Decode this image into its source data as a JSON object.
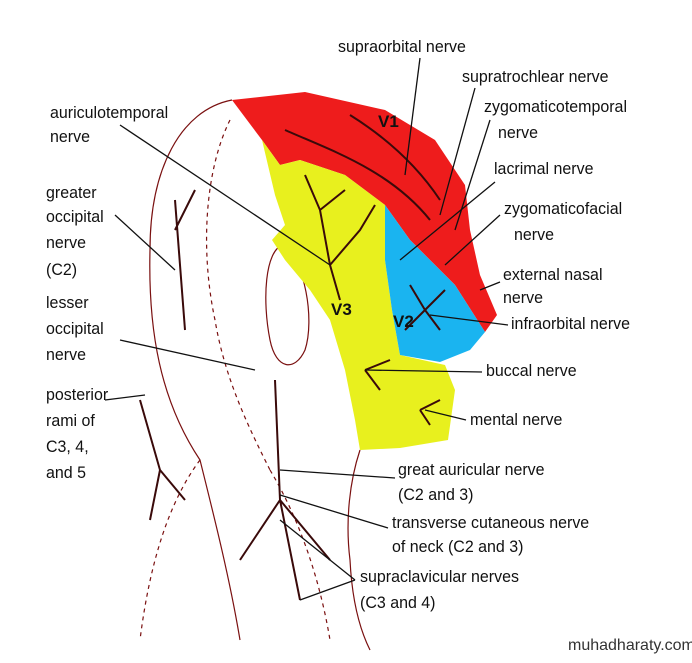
{
  "title": "Cutaneous innervation of the head and neck",
  "zones": {
    "v1": "V1",
    "v2": "V2",
    "v3": "V3"
  },
  "colors": {
    "v1": "#ee1c1c",
    "v2": "#1ab4f0",
    "v3": "#e8f01e",
    "nerve": "#3a0a0a"
  },
  "labels": {
    "supraorbital": "supraorbital nerve",
    "supratrochlear": "supratrochlear nerve",
    "zygomaticotemporal": [
      "zygomaticotemporal",
      "nerve"
    ],
    "lacrimal": "lacrimal nerve",
    "zygomaticofacial": [
      "zygomaticofacial",
      "nerve"
    ],
    "external_nasal": [
      "external nasal",
      "nerve"
    ],
    "infraorbital": "infraorbital nerve",
    "buccal": "buccal nerve",
    "mental": "mental nerve",
    "great_auricular": [
      "great auricular nerve",
      "(C2 and 3)"
    ],
    "transverse_cutaneous": [
      "transverse cutaneous nerve",
      "of neck (C2 and 3)"
    ],
    "supraclavicular": [
      "supraclavicular nerves",
      "(C3 and 4)"
    ],
    "auriculotemporal": [
      "auriculotemporal",
      "nerve"
    ],
    "greater_occipital": [
      "greater",
      "occipital",
      "nerve",
      "(C2)"
    ],
    "lesser_occipital": [
      "lesser",
      "occipital",
      "nerve"
    ],
    "posterior_rami": [
      "posterior",
      "rami of",
      "C3, 4,",
      "and 5"
    ]
  },
  "watermark": "muhadharaty.com"
}
